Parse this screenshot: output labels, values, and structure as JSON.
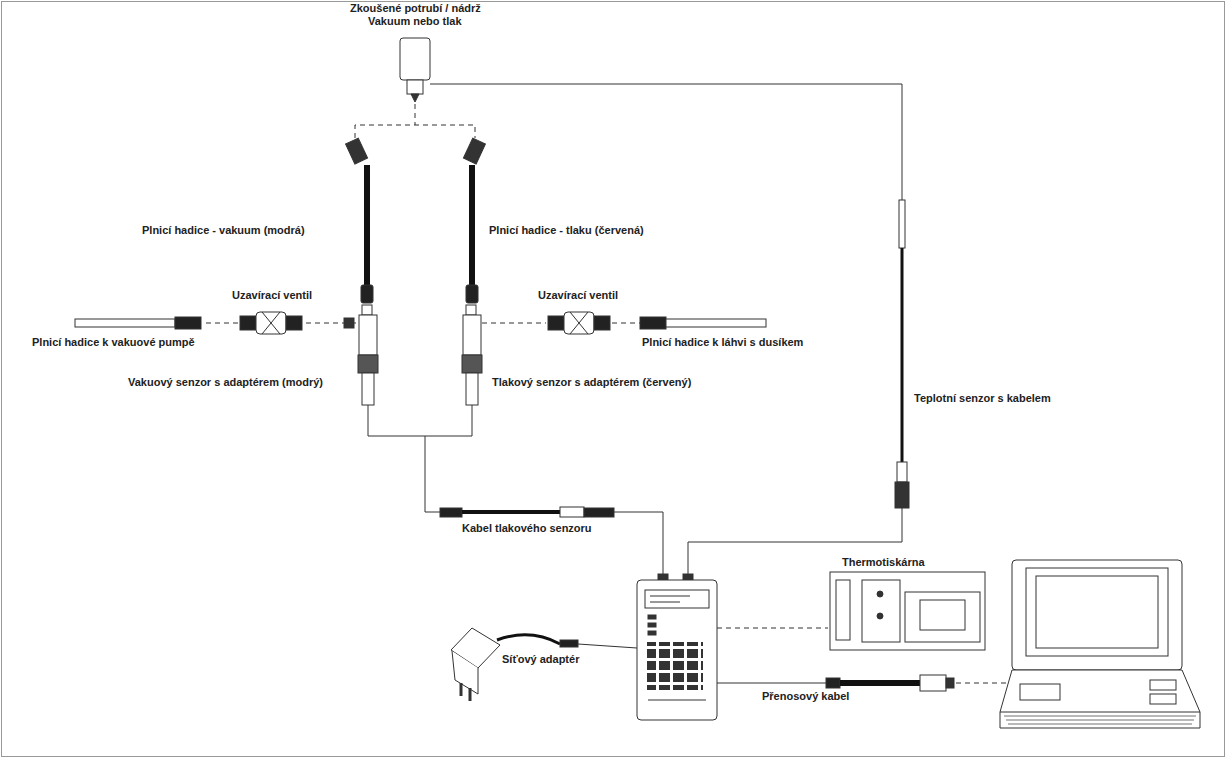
{
  "diagram": {
    "labels": [
      "Zkoušené potrubí / nádrž",
      "Vakuum nebo tlak",
      "Plnicí hadice - vakuum (modrá)",
      "Plnicí hadice - tlaku (červená)",
      "Uzavírací ventil",
      "Uzavírací ventil",
      "Plnicí hadice k vakuové pumpě",
      "Plnicí hadice k láhvi s dusíkem",
      "Vakuový senzor s adaptérem (modrý)",
      "Tlakový senzor s adaptérem (červený)",
      "Teplotní senzor s kabelem",
      "Kabel tlakového senzoru",
      "Thermotiskárna",
      "Síťový adaptér",
      "Přenosový kabel"
    ]
  }
}
